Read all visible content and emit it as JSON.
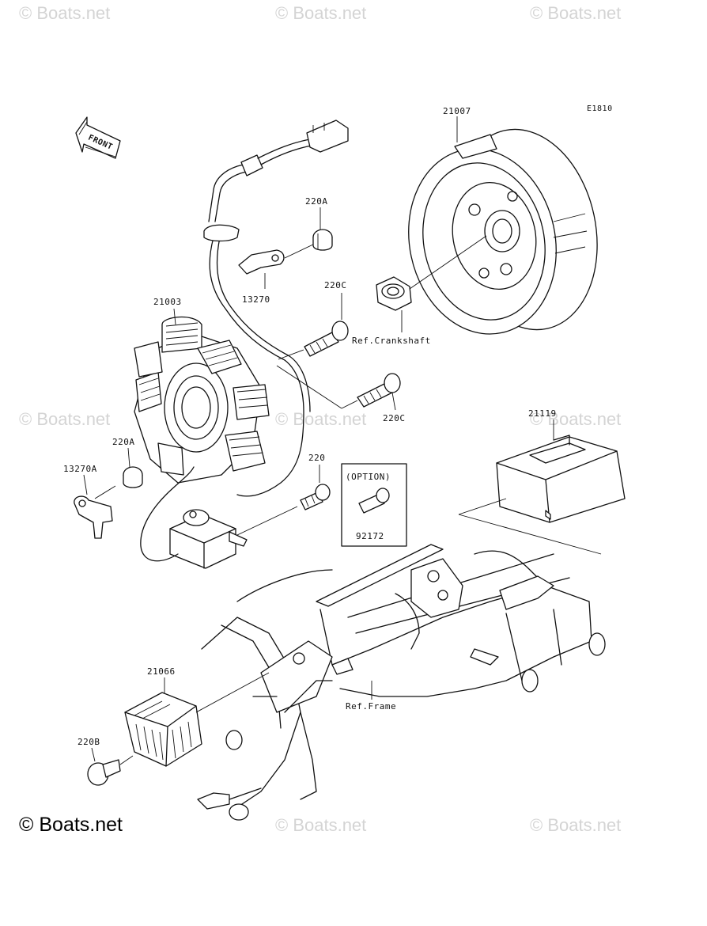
{
  "watermarks": [
    "© Boats.net",
    "© Boats.net",
    "© Boats.net",
    "© Boats.net",
    "© Boats.net",
    "© Boats.net",
    "© Boats.net",
    "© Boats.net"
  ],
  "copyright": "© Boats.net",
  "diagram_code": "E1810",
  "front_label": "FRONT",
  "option_label": "(OPTION)",
  "parts": {
    "flywheel": "21007",
    "stator": "21003",
    "bolt_220A_top": "220A",
    "bolt_220C_top": "220C",
    "bolt_220C_right": "220C",
    "plate_13270": "13270",
    "plate_13270A": "13270A",
    "bolt_220A_left": "220A",
    "bolt_220": "220",
    "option_bolt": "92172",
    "cdi_unit": "21119",
    "regulator": "21066",
    "bolt_220B": "220B"
  },
  "refs": {
    "crankshaft": "Ref.Crankshaft",
    "frame": "Ref.Frame"
  }
}
